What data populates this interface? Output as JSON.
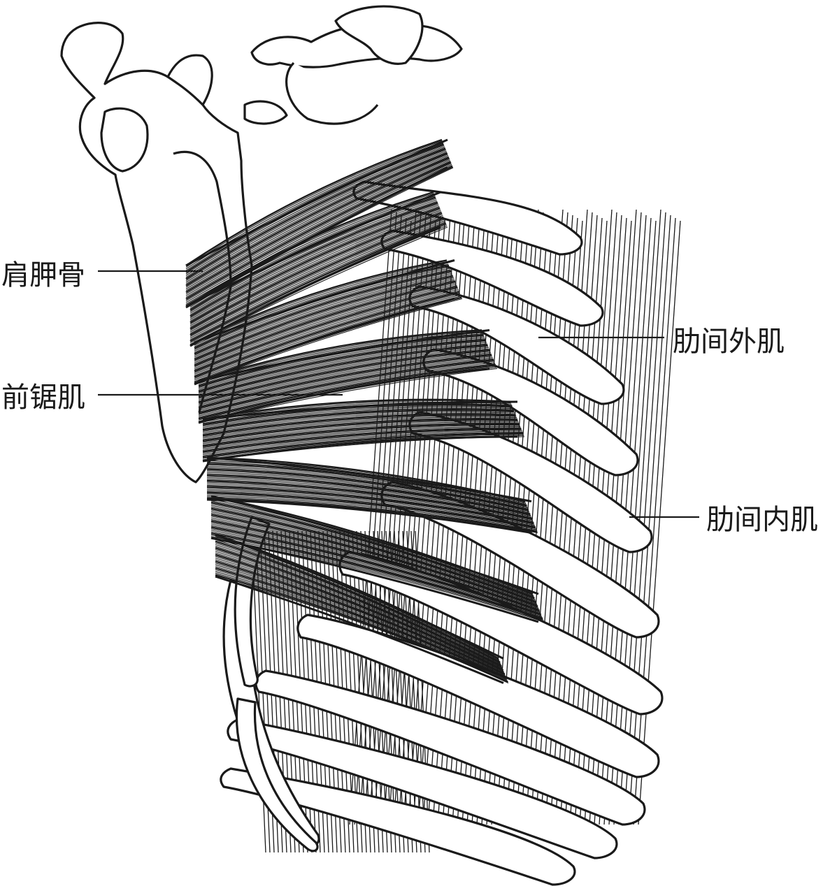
{
  "labels": {
    "scapula": "肩胛骨",
    "serratus_anterior": "前锯肌",
    "external_intercostal": "肋间外肌",
    "internal_intercostal": "肋间内肌"
  },
  "colors": {
    "ink": "#1a1a1a",
    "paper": "#ffffff"
  }
}
